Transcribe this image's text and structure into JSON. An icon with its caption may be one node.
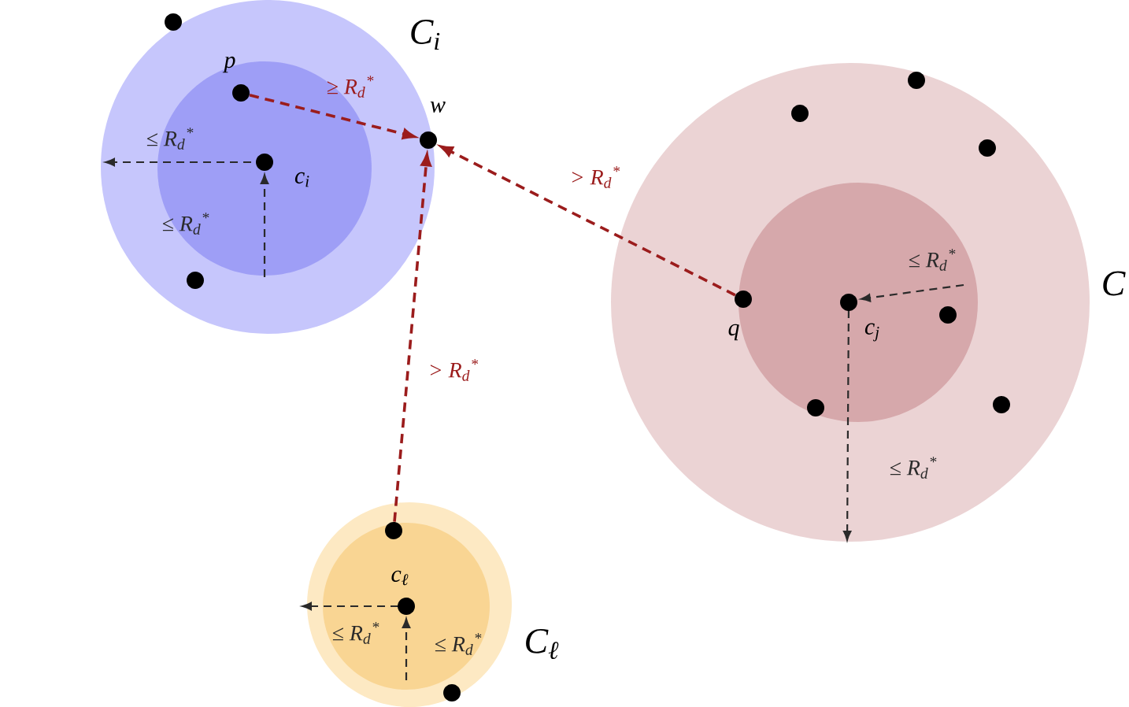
{
  "diagram": {
    "nodes": [
      {
        "text": [
          "C$_{i}$"
        ]
      },
      {
        "text": [],
        "shape": "circle",
        "in": 0
      },
      {
        "text": [],
        "shape": "circle",
        "beside": [
          "p"
        ],
        "in": 0
      },
      {
        "text": [],
        "shape": "circle",
        "beside": [
          "w"
        ],
        "in": 0
      },
      {
        "text": [],
        "shape": "circle",
        "beside": [
          "c$_{i}$"
        ],
        "in": 0
      },
      {
        "text": [],
        "shape": "circle",
        "in": 0
      },
      {
        "text": [
          "C"
        ]
      },
      {
        "text": [],
        "shape": "circle",
        "in": 6
      },
      {
        "text": [],
        "shape": "circle",
        "in": 6
      },
      {
        "text": [],
        "shape": "circle",
        "in": 6
      },
      {
        "text": [],
        "shape": "circle",
        "beside": [
          "q"
        ],
        "in": 6
      },
      {
        "text": [],
        "shape": "circle",
        "beside": [
          "c$_{j}$"
        ],
        "in": 6
      },
      {
        "text": [],
        "shape": "circle",
        "in": 6
      },
      {
        "text": [],
        "shape": "circle",
        "in": 6
      },
      {
        "text": [],
        "shape": "circle",
        "in": 6
      },
      {
        "text": [
          "C$_{ℓ}$"
        ]
      },
      {
        "text": [],
        "shape": "circle",
        "in": 15
      },
      {
        "text": [],
        "shape": "circle",
        "beside": [
          "c$_{ℓ}$"
        ],
        "in": 15
      },
      {
        "text": [],
        "shape": "circle",
        "in": 15
      }
    ],
    "edges": [
      {
        "from": 2,
        "to": 3,
        "arrow": "to",
        "label": "≥ R$_{d}$$^{*}$",
        "style": "dashed",
        "color": "#9b1c1c"
      },
      {
        "from": 10,
        "to": 3,
        "arrow": "to",
        "label": "> R$_{d}$$^{*}$",
        "style": "dashed",
        "color": "#9b1c1c"
      },
      {
        "from": 16,
        "to": 3,
        "arrow": "to",
        "label": "> R$_{d}$$^{*}$",
        "style": "dashed",
        "color": "#9b1c1c"
      }
    ],
    "labels": [
      "≤ R$_{d}$$^{*}$",
      "≤ R$_{d}$$^{*}$",
      "≤ R$_{d}$$^{*}$",
      "≤ R$_{d}$$^{*}$",
      "≤ R$_{d}$$^{*}$",
      "≤ R$_{d}$$^{*}$"
    ]
  }
}
